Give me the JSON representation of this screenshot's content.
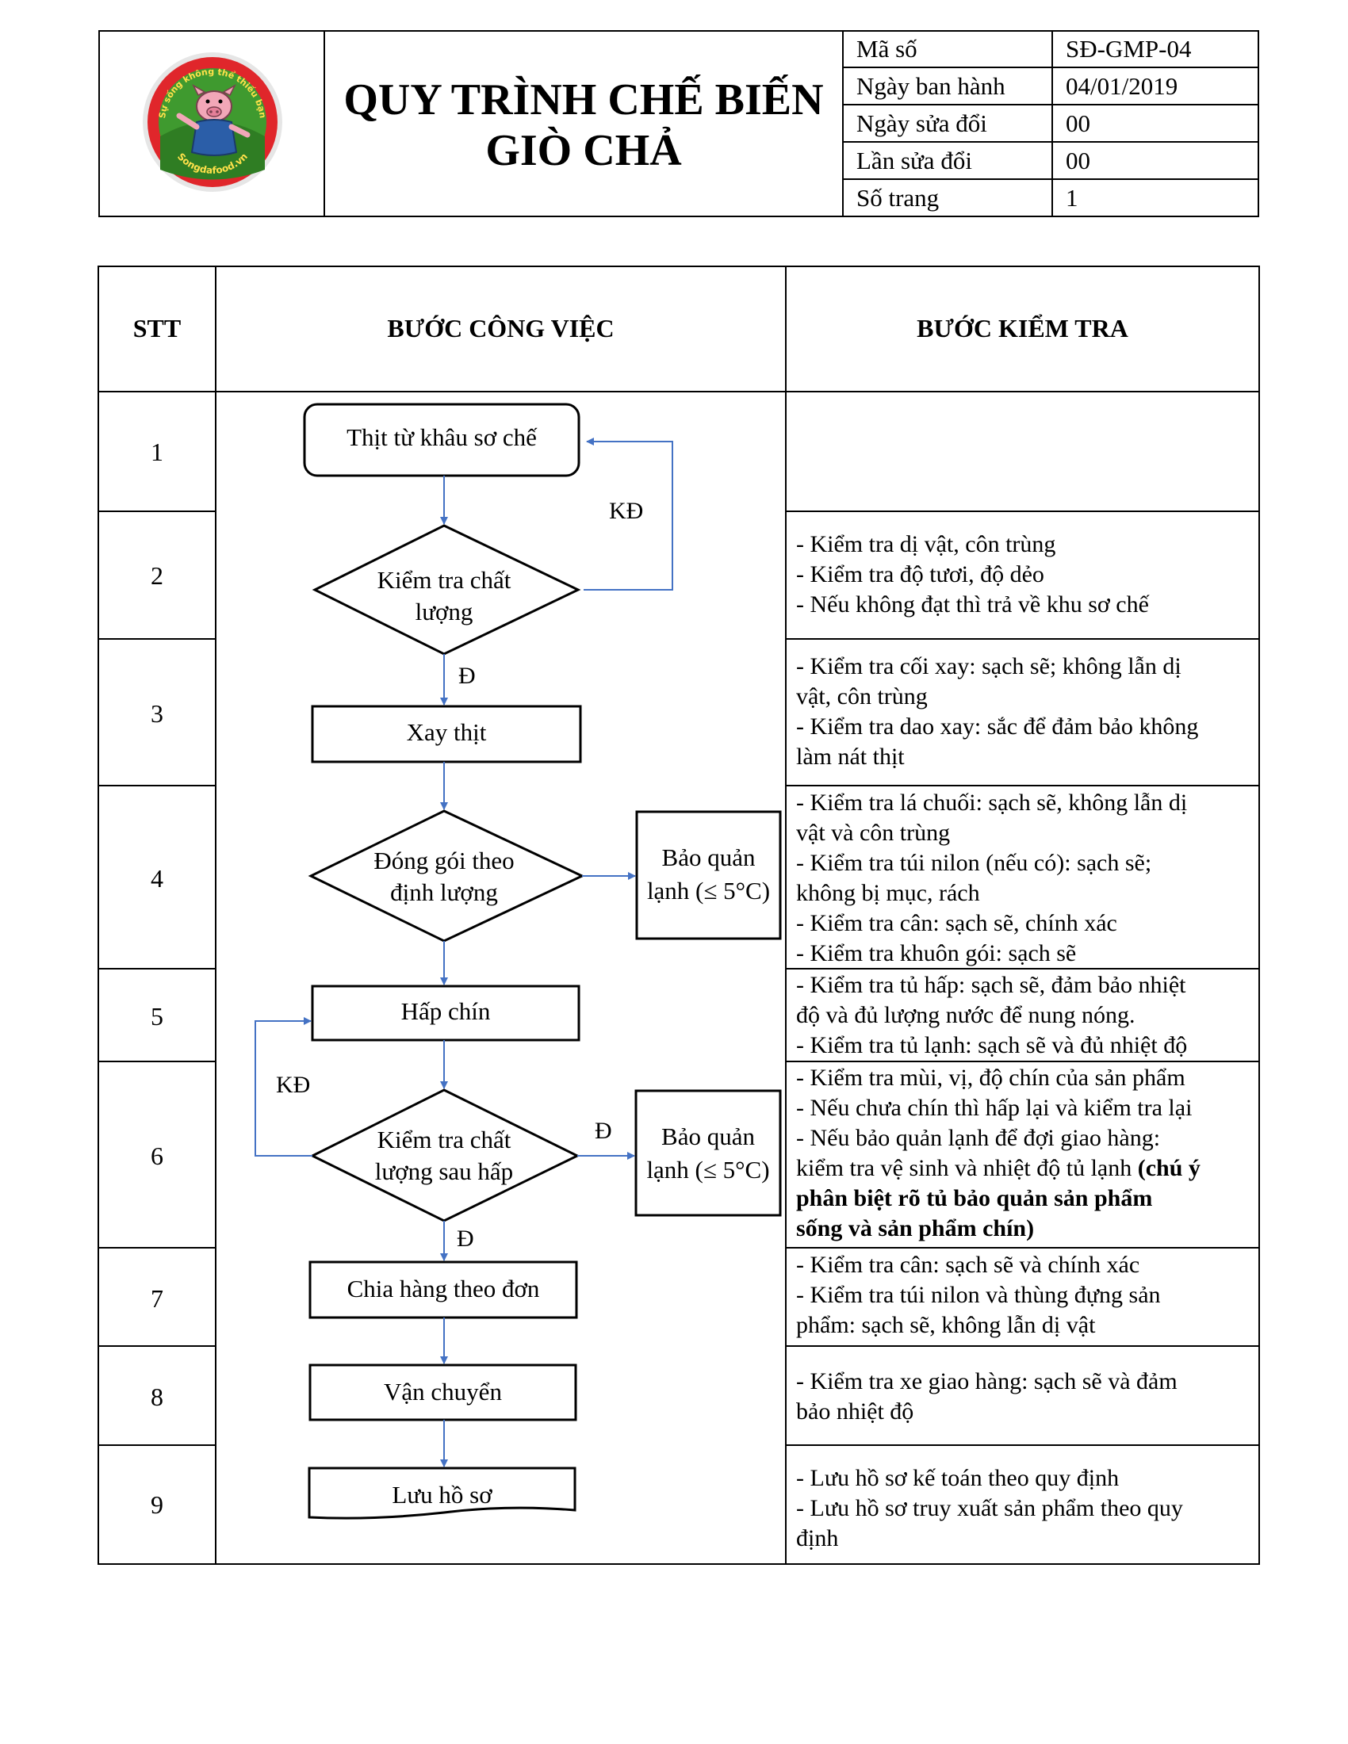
{
  "header": {
    "logo": {
      "top_text": "Sự sống không thể thiếu bạn",
      "bottom_text": "Songdafood.vn"
    },
    "title_line1": "QUY TRÌNH CHẾ BIẾN",
    "title_line2": "GIÒ CHẢ",
    "meta": [
      {
        "label": "Mã số",
        "value": "SĐ-GMP-04"
      },
      {
        "label": "Ngày ban hành",
        "value": "04/01/2019"
      },
      {
        "label": "Ngày sửa đổi",
        "value": "00"
      },
      {
        "label": "Lần sửa đổi",
        "value": "00"
      },
      {
        "label": "Số trang",
        "value": "1"
      }
    ]
  },
  "table": {
    "col_stt": "STT",
    "col_work": "BƯỚC CÔNG VIỆC",
    "col_check": "BƯỚC KIỂM TRA",
    "steps": [
      {
        "no": "1",
        "check": []
      },
      {
        "no": "2",
        "check": [
          "- Kiểm tra dị vật, côn trùng",
          "- Kiểm tra độ tươi, độ dẻo",
          "- Nếu không đạt thì trả về khu sơ chế"
        ]
      },
      {
        "no": "3",
        "check": [
          "- Kiểm tra cối xay: sạch sẽ; không lẫn dị",
          "vật, côn trùng",
          "- Kiểm tra dao xay: sắc để đảm bảo không",
          "làm nát thịt"
        ]
      },
      {
        "no": "4",
        "check": [
          "- Kiểm tra lá chuối: sạch sẽ, không lẫn dị",
          "vật và côn trùng",
          "- Kiểm tra túi nilon (nếu có): sạch sẽ;",
          "không bị mục, rách",
          "- Kiểm tra cân: sạch sẽ, chính xác",
          "- Kiểm tra khuôn gói: sạch sẽ"
        ]
      },
      {
        "no": "5",
        "check": [
          "- Kiểm tra tủ hấp: sạch sẽ, đảm bảo nhiệt",
          "độ và đủ lượng nước để nung nóng.",
          "- Kiểm tra tủ lạnh: sạch sẽ và đủ nhiệt độ"
        ]
      },
      {
        "no": "6",
        "check": [
          "- Kiểm tra mùi, vị, độ chín của sản phẩm",
          "- Nếu chưa chín thì hấp lại và kiểm tra lại",
          "- Nếu bảo quản lạnh để đợi giao hàng:",
          "kiểm tra vệ sinh và nhiệt độ tủ lạnh"
        ],
        "check_bold": [
          "(chú ý",
          "phân biệt rõ tủ bảo quản sản phẩm",
          "sống và sản phẩm chín)"
        ]
      },
      {
        "no": "7",
        "check": [
          "- Kiểm tra cân: sạch sẽ và chính xác",
          "- Kiểm tra túi nilon và thùng đựng sản",
          "phẩm: sạch sẽ, không lẫn dị vật"
        ]
      },
      {
        "no": "8",
        "check": [
          "- Kiểm tra xe giao hàng: sạch sẽ và đảm",
          "bảo nhiệt độ"
        ]
      },
      {
        "no": "9",
        "check": [
          "- Lưu hồ sơ kế toán theo quy định",
          "- Lưu hồ sơ truy xuất sản phẩm theo quy",
          "định"
        ]
      }
    ]
  },
  "flow": {
    "start": "Thịt từ khâu sơ chế",
    "check1_line1": "Kiểm tra chất",
    "check1_line2": "lượng",
    "fail_label": "KĐ",
    "pass_label": "Đ",
    "grind": "Xay thịt",
    "pack_line1": "Đóng gói theo",
    "pack_line2": "định lượng",
    "cold_line1": "Bảo quản",
    "cold_line2": "lạnh (≤ 5°C)",
    "steam": "Hấp chín",
    "check2_line1": "Kiểm tra chất",
    "check2_line2": "lượng sau hấp",
    "split": "Chia hàng theo đơn",
    "transport": "Vận chuyển",
    "records": "Lưu hồ sơ",
    "arrow_color": "#4472C4"
  }
}
